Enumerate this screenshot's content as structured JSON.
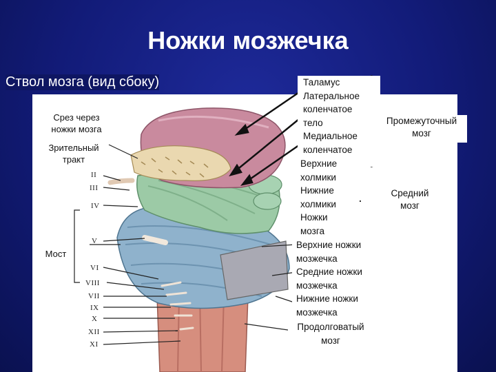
{
  "slide": {
    "title": "Ножки мозжечка",
    "subtitle": "Ствол мозга (вид сбоку)"
  },
  "left_labels": {
    "cut": [
      "Срез через",
      "ножки мозга"
    ],
    "optic": [
      "Зрительный",
      "тракт"
    ],
    "pons": "Мост"
  },
  "nerve_numerals": [
    "II",
    "III",
    "IV",
    "V",
    "VI",
    "VIII",
    "VII",
    "IX",
    "X",
    "XII",
    "XI"
  ],
  "right_labels": {
    "thalamus": "Таламус",
    "lateral_geniculate": [
      "Латеральное",
      "коленчатое",
      "тело"
    ],
    "medial_geniculate": [
      "Медиальное",
      "коленчатое"
    ],
    "superior_colliculi": [
      "Верхние",
      "холмики"
    ],
    "inferior_colliculi": [
      "Нижние",
      "холмики"
    ],
    "cerebral_peduncles": [
      "Ножки",
      "мозга"
    ],
    "superior_cerebellar": [
      "Верхние ножки",
      "мозжечка"
    ],
    "middle_cerebellar": [
      "Средние ножки",
      "мозжечка"
    ],
    "inferior_cerebellar": [
      "Нижние ножки",
      "мозжечка"
    ],
    "medulla": [
      "Продолговатый",
      "мозг"
    ],
    "diencephalon": [
      "Промежуточный",
      "мозг"
    ],
    "midbrain": [
      "Средний",
      "мозг"
    ]
  },
  "colors": {
    "background": "#121b78",
    "thalamus": "#c98a9e",
    "optic": "#ead8b0",
    "brainstem": "#9ccaa6",
    "pons": "#8fb2cc",
    "medulla": "#d68e7e"
  }
}
